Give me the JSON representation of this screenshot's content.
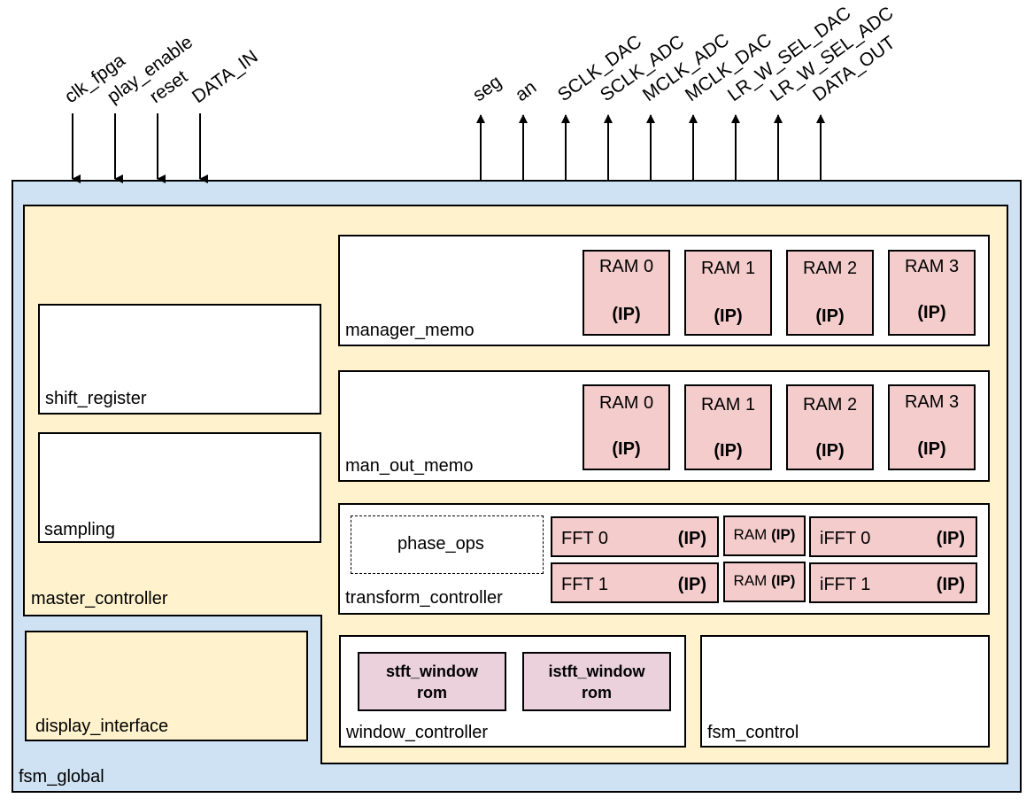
{
  "inputs": [
    "clk_fpga",
    "play_enable",
    "reset",
    "DATA_IN"
  ],
  "outputs": [
    "seg",
    "an",
    "SCLK_DAC",
    "SCLK_ADC",
    "MCLK_ADC",
    "MCLK_DAC",
    "LR_W_SEL_DAC",
    "LR_W_SEL_ADC",
    "DATA_OUT"
  ],
  "modules": {
    "fsm_global": "fsm_global",
    "master_controller": "master_controller",
    "display_interface": "display_interface",
    "shift_register": "shift_register",
    "sampling": "sampling",
    "manager_memo": "manager_memo",
    "man_out_memo": "man_out_memo",
    "transform_controller": "transform_controller",
    "phase_ops": "phase_ops",
    "window_controller": "window_controller",
    "fsm_control": "fsm_control"
  },
  "manager_memo_rams": [
    {
      "name": "RAM 0",
      "tag": "(IP)"
    },
    {
      "name": "RAM 1",
      "tag": "(IP)"
    },
    {
      "name": "RAM 2",
      "tag": "(IP)"
    },
    {
      "name": "RAM 3",
      "tag": "(IP)"
    }
  ],
  "man_out_memo_rams": [
    {
      "name": "RAM 0",
      "tag": "(IP)"
    },
    {
      "name": "RAM 1",
      "tag": "(IP)"
    },
    {
      "name": "RAM 2",
      "tag": "(IP)"
    },
    {
      "name": "RAM 3",
      "tag": "(IP)"
    }
  ],
  "transform_blocks": {
    "fft0": {
      "name": "FFT 0",
      "tag": "(IP)"
    },
    "fft1": {
      "name": "FFT 1",
      "tag": "(IP)"
    },
    "ram_a": {
      "name": "RAM",
      "tag": "(IP)"
    },
    "ram_b": {
      "name": "RAM",
      "tag": "(IP)"
    },
    "ifft0": {
      "name": "iFFT 0",
      "tag": "(IP)"
    },
    "ifft1": {
      "name": "iFFT 1",
      "tag": "(IP)"
    }
  },
  "window_roms": [
    {
      "line1": "stft_window",
      "line2": "rom"
    },
    {
      "line1": "istft_window",
      "line2": "rom"
    }
  ],
  "colors": {
    "fsm_global_fill": "#cfe2f3",
    "controller_fill": "#fff2cc",
    "ip_fill": "#f4cccc",
    "rom_fill": "#ead1dc"
  }
}
